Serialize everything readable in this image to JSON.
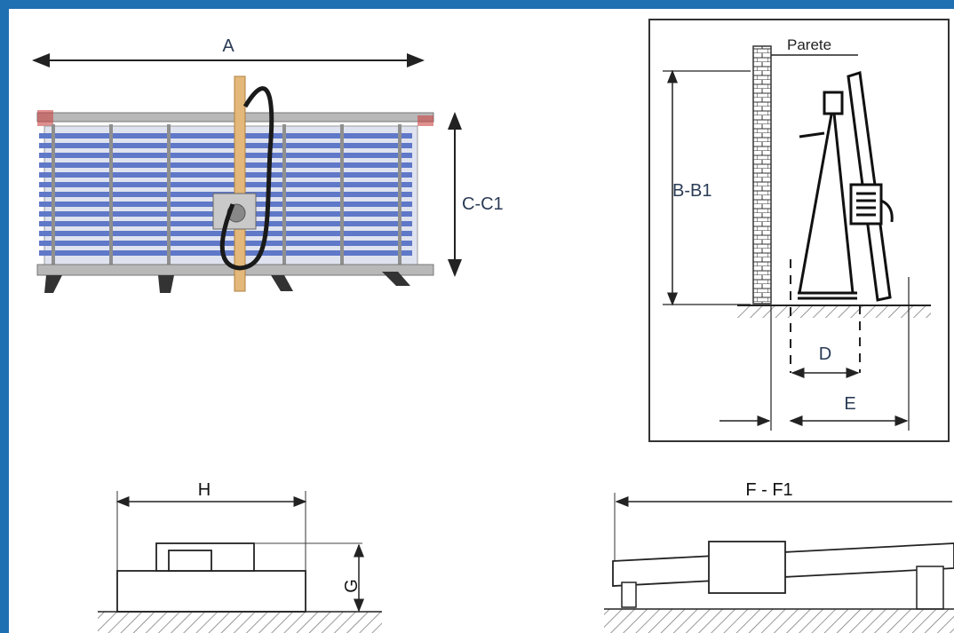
{
  "labels": {
    "A": "A",
    "C": "C-C1",
    "B": "B-B1",
    "parete": "Parete",
    "D": "D",
    "E": "E",
    "H": "H",
    "G": "G",
    "F": "F - F1"
  },
  "colors": {
    "border": "#1f6fb3",
    "panel_blue": "#5f78c8",
    "frame_grey": "#9a9a9a",
    "column_wood": "#e3b87a",
    "text": "#2a3b55"
  }
}
